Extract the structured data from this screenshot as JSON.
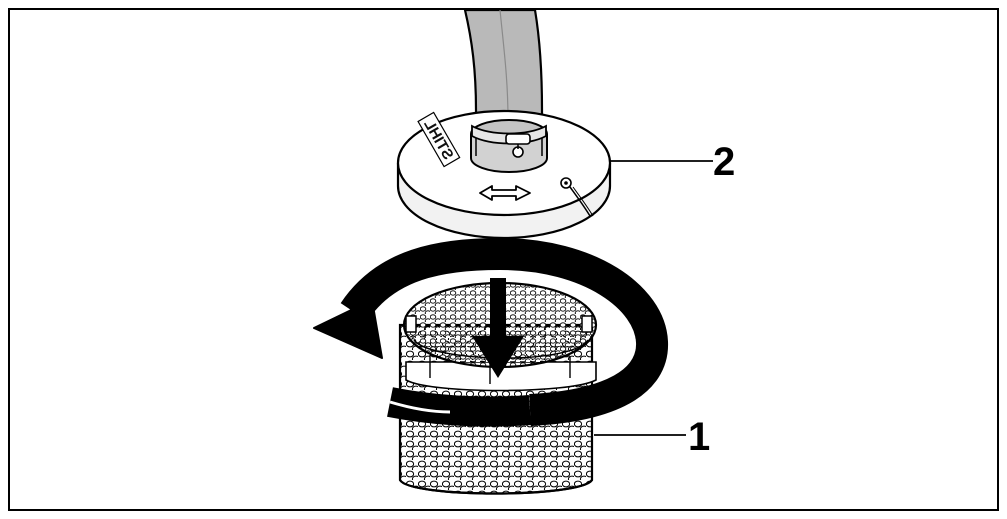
{
  "callouts": {
    "filter_basket": "1",
    "cover_disc": "2"
  },
  "cover": {
    "brand_logo": "STIHL"
  },
  "colors": {
    "line": "#000000",
    "hose_fill": "#b9b9b9",
    "metal_grey": "#d8d8d8",
    "background": "#ffffff"
  }
}
